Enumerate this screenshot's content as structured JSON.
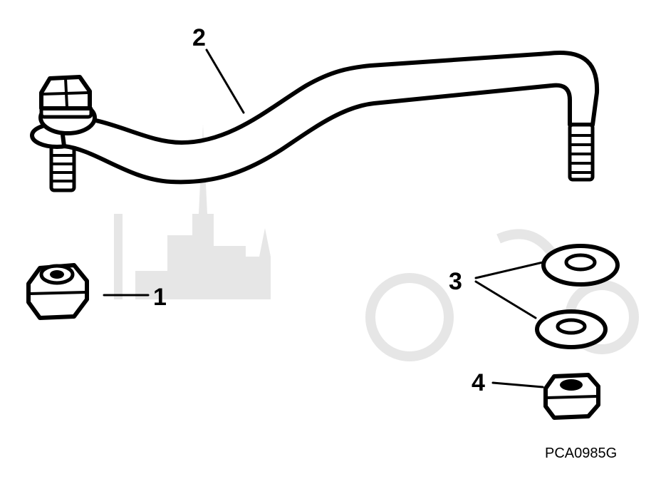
{
  "diagram": {
    "callouts": [
      "1",
      "2",
      "3",
      "4"
    ],
    "part_code": "PCA0985G"
  },
  "colors": {
    "ink": "#000000",
    "paper": "#ffffff",
    "watermark": "#e6e6e6"
  }
}
